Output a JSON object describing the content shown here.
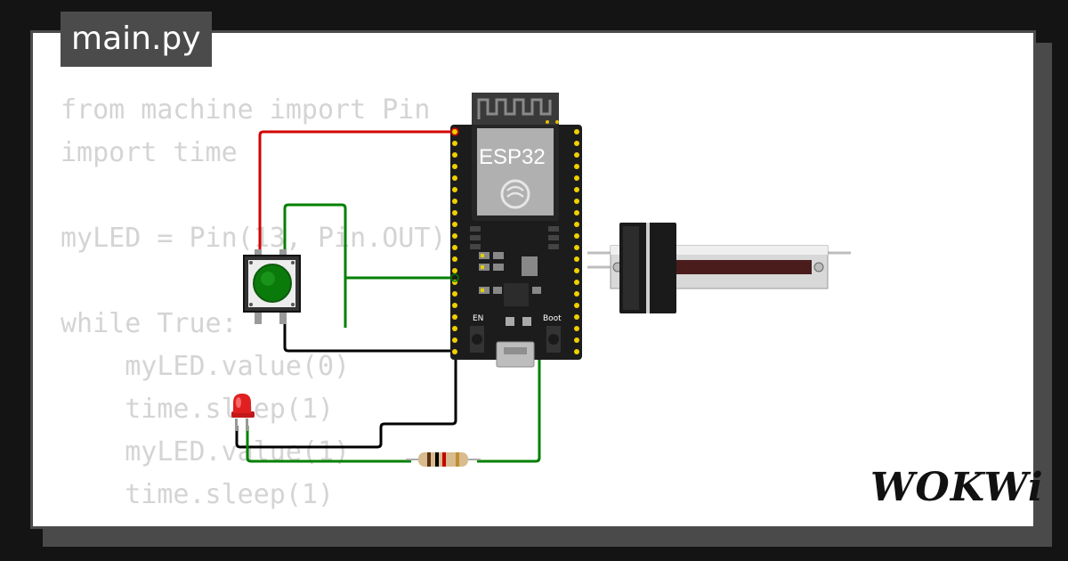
{
  "editor": {
    "tab_label": "main.py",
    "code_lines": [
      "from machine import Pin",
      "import time",
      "",
      "myLED = Pin(13, Pin.OUT)",
      "",
      "while True:",
      "    myLED.value(0)",
      "    time.sleep(1)",
      "    myLED.value(1)",
      "    time.sleep(1)"
    ]
  },
  "board": {
    "chip_label": "ESP32",
    "en_label": "EN",
    "boot_label": "Boot"
  },
  "brand": {
    "logo_text": "WOKWi"
  },
  "colors": {
    "background": "#141414",
    "card": "#ffffff",
    "tab": "#4b4b4b",
    "code_text": "#d4d4d4",
    "wire_red": "#d40000",
    "wire_green": "#008000",
    "wire_black": "#000000",
    "button_cap": "#0a7a0a",
    "led": "#e02020"
  },
  "icons": [
    "esp32-board-icon",
    "pushbutton-icon",
    "led-icon",
    "resistor-icon",
    "slide-potentiometer-icon",
    "wifi-antenna-icon",
    "usb-port-icon"
  ]
}
